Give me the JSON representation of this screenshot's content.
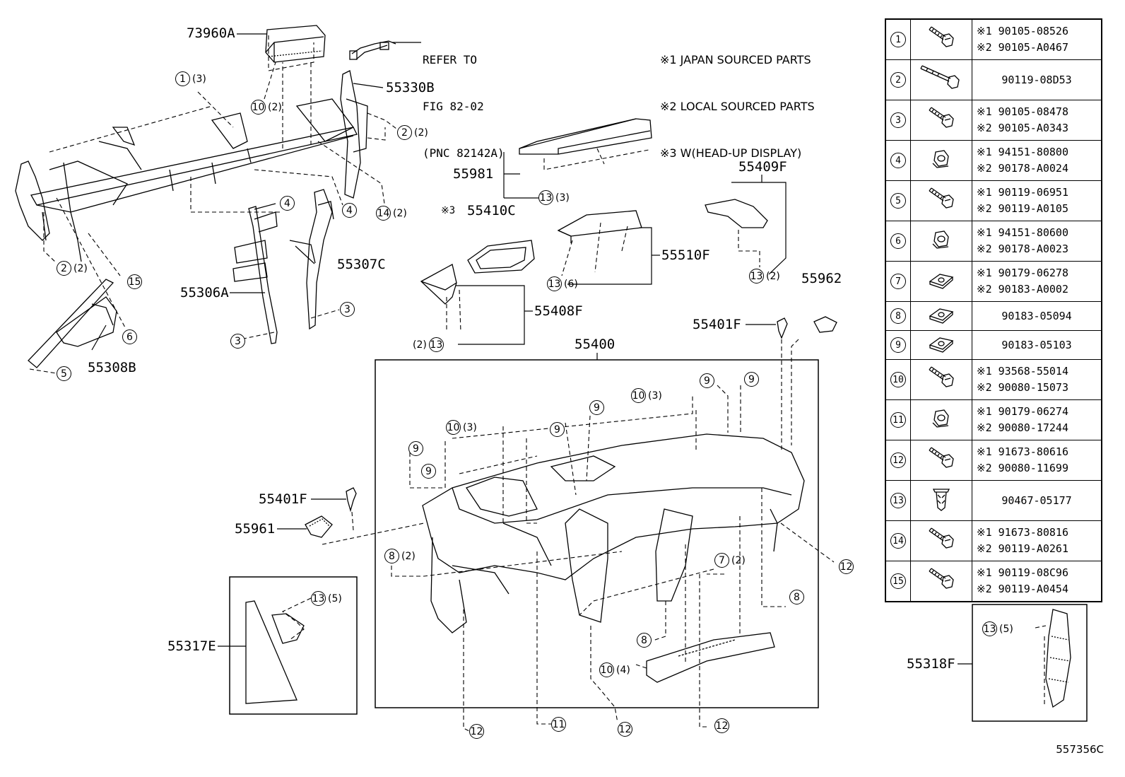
{
  "notes": [
    "※1 JAPAN SOURCED PARTS",
    "※2 LOCAL SOURCED PARTS",
    "※3 W(HEAD-UP DISPLAY)"
  ],
  "refer": [
    "REFER TO",
    "FIG 82-02",
    "(PNC 82142A)"
  ],
  "parts": {
    "p73960A": "73960A",
    "p55330B": "55330B",
    "p55981": "55981",
    "p55409F": "55409F",
    "p55410C": "55410C",
    "p55410C_mark": "※3",
    "p55510F": "55510F",
    "p55307C": "55307C",
    "p55306A": "55306A",
    "p55308B": "55308B",
    "p55408F": "55408F",
    "p55962": "55962",
    "p55401F_top": "55401F",
    "p55400": "55400",
    "p55401F_left": "55401F",
    "p55961": "55961",
    "p55317E": "55317E",
    "p55318F": "55318F"
  },
  "callouts": {
    "c1": {
      "n": "1",
      "q": "(3)"
    },
    "c10a": {
      "n": "10",
      "q": "(2)"
    },
    "c2a": {
      "n": "2",
      "q": "(2)"
    },
    "c14": {
      "n": "14",
      "q": "(2)"
    },
    "c4a": {
      "n": "4",
      "q": ""
    },
    "c4b": {
      "n": "4",
      "q": ""
    },
    "c2b": {
      "n": "2",
      "q": "(2)"
    },
    "c15": {
      "n": "15",
      "q": ""
    },
    "c6": {
      "n": "6",
      "q": ""
    },
    "c5": {
      "n": "5",
      "q": ""
    },
    "c3a": {
      "n": "3",
      "q": ""
    },
    "c3b": {
      "n": "3",
      "q": ""
    },
    "c13a": {
      "n": "13",
      "q": "(3)"
    },
    "c13b": {
      "n": "13",
      "q": "(6)"
    },
    "c13c": {
      "n": "13",
      "q": "(2)"
    },
    "c13d_q": "(2)",
    "c13d": {
      "n": "13",
      "q": ""
    },
    "c9a": {
      "n": "9",
      "q": ""
    },
    "c9b": {
      "n": "9",
      "q": ""
    },
    "c10b": {
      "n": "10",
      "q": "(3)"
    },
    "c9c": {
      "n": "9",
      "q": ""
    },
    "c9d": {
      "n": "9",
      "q": ""
    },
    "c10c": {
      "n": "10",
      "q": "(3)"
    },
    "c9e": {
      "n": "9",
      "q": ""
    },
    "c9f": {
      "n": "9",
      "q": ""
    },
    "c8a": {
      "n": "8",
      "q": "(2)"
    },
    "c7": {
      "n": "7",
      "q": "(2)"
    },
    "c12a": {
      "n": "12",
      "q": ""
    },
    "c8b": {
      "n": "8",
      "q": ""
    },
    "c8c": {
      "n": "8",
      "q": ""
    },
    "c10d": {
      "n": "10",
      "q": "(4)"
    },
    "c12b": {
      "n": "12",
      "q": ""
    },
    "c11": {
      "n": "11",
      "q": ""
    },
    "c12c": {
      "n": "12",
      "q": ""
    },
    "c12d": {
      "n": "12",
      "q": ""
    },
    "c13e": {
      "n": "13",
      "q": "(5)"
    },
    "c13f": {
      "n": "13",
      "q": "(5)"
    }
  },
  "legend": [
    {
      "n": "1",
      "icon": "flange-bolt-icon",
      "lines": [
        "※1 90105-08526",
        "※2 90105-A0467"
      ]
    },
    {
      "n": "2",
      "icon": "long-bolt-icon",
      "lines": [
        "90119-08D53"
      ]
    },
    {
      "n": "3",
      "icon": "flange-bolt-icon",
      "lines": [
        "※1 90105-08478",
        "※2 90105-A0343"
      ]
    },
    {
      "n": "4",
      "icon": "flange-nut-icon",
      "lines": [
        "※1 94151-80800",
        "※2 90178-A0024"
      ]
    },
    {
      "n": "5",
      "icon": "flange-bolt-icon",
      "lines": [
        "※1 90119-06951",
        "※2 90119-A0105"
      ]
    },
    {
      "n": "6",
      "icon": "flange-nut-icon",
      "lines": [
        "※1 94151-80600",
        "※2 90178-A0023"
      ]
    },
    {
      "n": "7",
      "icon": "speed-nut-icon",
      "lines": [
        "※1 90179-06278",
        "※2 90183-A0002"
      ]
    },
    {
      "n": "8",
      "icon": "speed-nut-icon",
      "lines": [
        "90183-05094"
      ]
    },
    {
      "n": "9",
      "icon": "speed-nut-icon",
      "lines": [
        "90183-05103"
      ]
    },
    {
      "n": "10",
      "icon": "flange-bolt-icon",
      "lines": [
        "※1 93568-55014",
        "※2 90080-15073"
      ]
    },
    {
      "n": "11",
      "icon": "flange-nut-icon",
      "lines": [
        "※1 90179-06274",
        "※2 90080-17244"
      ]
    },
    {
      "n": "12",
      "icon": "flange-bolt-icon",
      "lines": [
        "※1 91673-80616",
        "※2 90080-11699"
      ]
    },
    {
      "n": "13",
      "icon": "clip-icon",
      "lines": [
        "90467-05177"
      ]
    },
    {
      "n": "14",
      "icon": "flange-bolt-icon",
      "lines": [
        "※1 91673-80816",
        "※2 90119-A0261"
      ]
    },
    {
      "n": "15",
      "icon": "flange-bolt-icon",
      "lines": [
        "※1 90119-08C96",
        "※2 90119-A0454"
      ]
    }
  ],
  "figure_id": "557356C"
}
